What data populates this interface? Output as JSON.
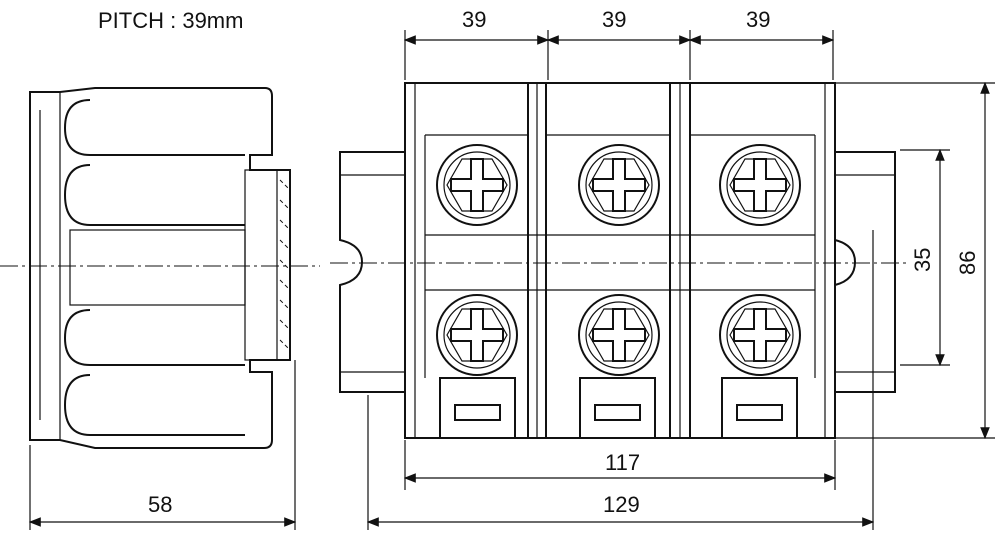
{
  "title": "PITCH : 39mm",
  "dimensions": {
    "pitch_1": "39",
    "pitch_2": "39",
    "pitch_3": "39",
    "rail_height": "35",
    "body_height": "86",
    "body_width": "117",
    "overall_width": "129",
    "side_depth": "58"
  }
}
